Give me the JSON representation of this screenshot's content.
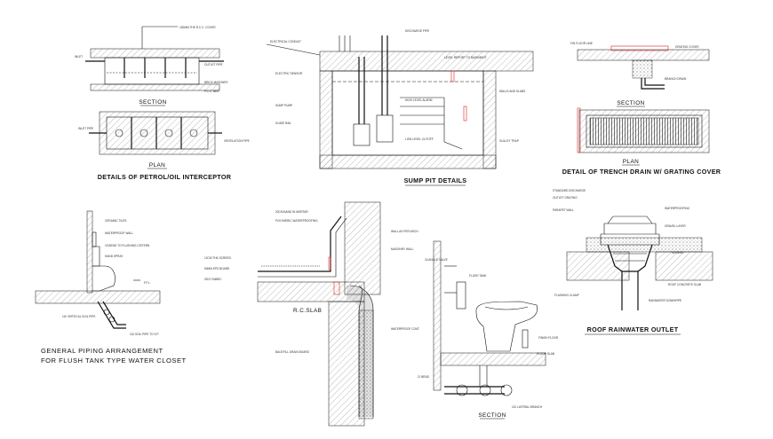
{
  "sheet": {
    "background": "#ffffff",
    "line_color": "#111111",
    "accent_red": "#dd2222"
  },
  "drawings": {
    "interceptor": {
      "section_label": "SECTION",
      "plan_label": "PLAN",
      "title": "DETAILS OF PETROL/OIL INTERCEPTOR"
    },
    "sump_pit": {
      "title": "SUMP PIT DETAILS"
    },
    "trench_drain": {
      "section_label": "SECTION",
      "plan_label": "PLAN",
      "title": "DETAIL OF TRENCH DRAIN W/ GRATING COVER"
    },
    "flush_tank": {
      "title_line1": "GENERAL PIPING ARRANGEMENT",
      "title_line2": "FOR FLUSH TANK TYPE WATER CLOSET"
    },
    "waterproofing": {
      "slab_label": "R.C.SLAB"
    },
    "wc_section": {
      "section_label": "SECTION"
    },
    "rainwater_outlet": {
      "title": "ROOF RAINWATER OUTLET"
    }
  }
}
